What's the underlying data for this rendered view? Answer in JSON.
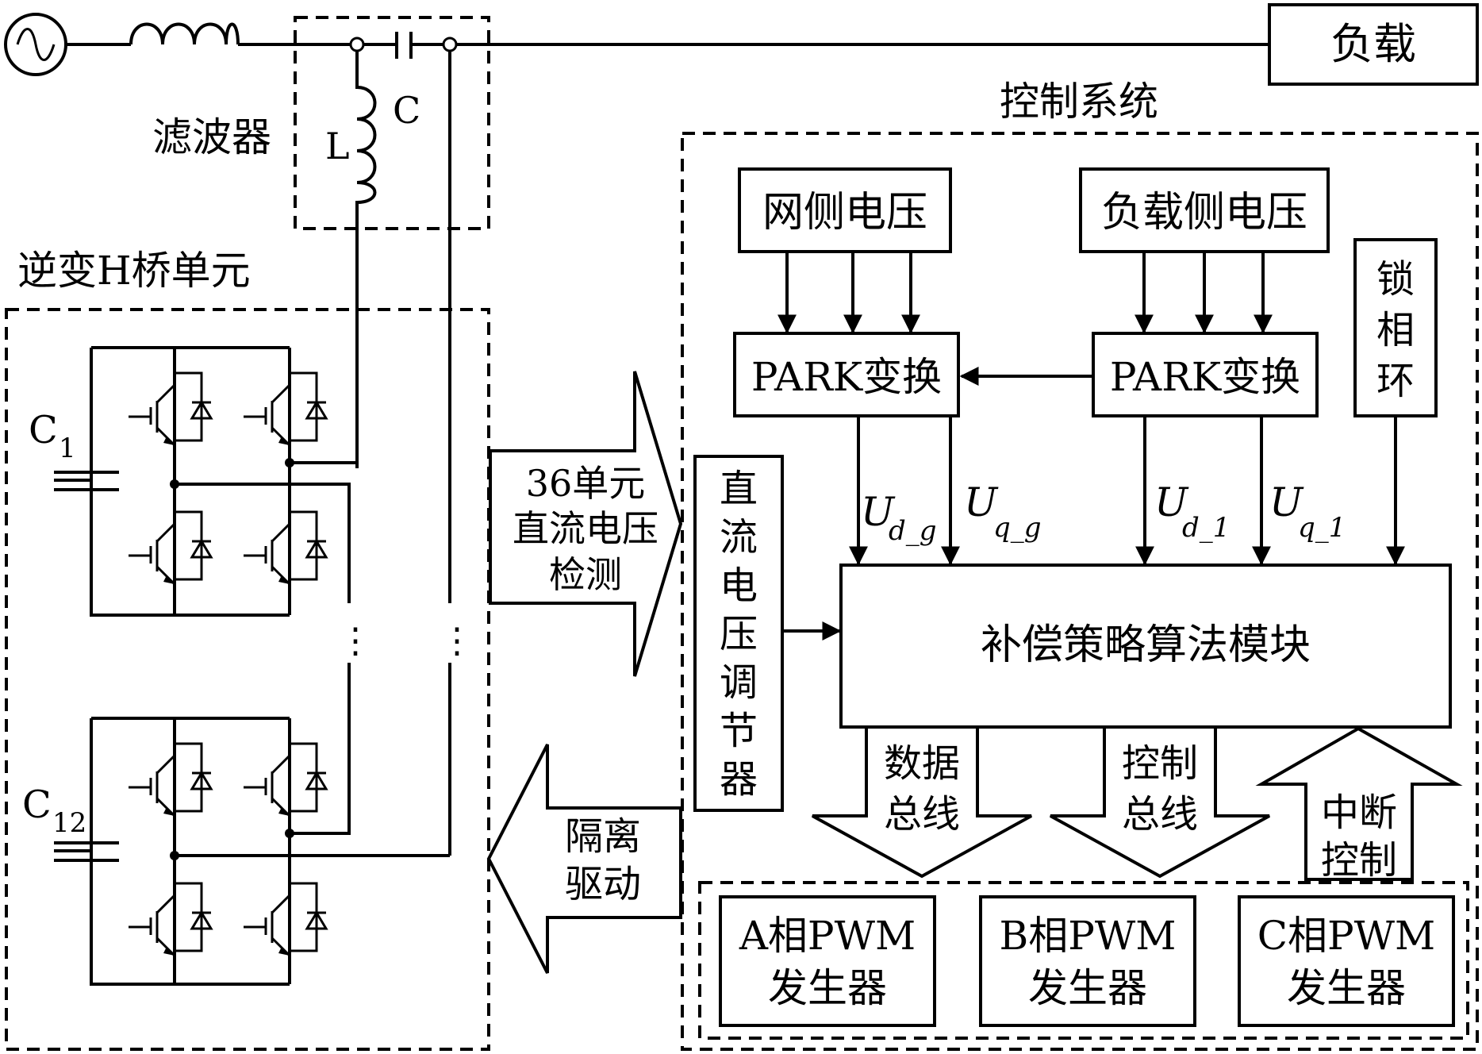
{
  "labels": {
    "load": "负载",
    "control_system": "控制系统",
    "filter": "滤波器",
    "filter_c": "C",
    "filter_l": "L",
    "inverter_unit": "逆变H桥单元",
    "c1_main": "C",
    "c1_sub": "1",
    "c12_main": "C",
    "c12_sub": "12",
    "grid_voltage": "网侧电压",
    "load_voltage": "负载侧电压",
    "park_left": "PARK变换",
    "park_right": "PARK变换",
    "pll_1": "锁",
    "pll_2": "相",
    "pll_3": "环",
    "dc_detect_1": "36单元",
    "dc_detect_2": "直流电压",
    "dc_detect_3": "检测",
    "dc_reg": [
      "直",
      "流",
      "电",
      "压",
      "调",
      "节",
      "器"
    ],
    "compensation": "补偿策略算法模块",
    "isolation_1": "隔离",
    "isolation_2": "驱动",
    "data_bus_1": "数据",
    "data_bus_2": "总线",
    "ctrl_bus_1": "控制",
    "ctrl_bus_2": "总线",
    "interrupt_1": "中断",
    "interrupt_2": "控制",
    "pwm_a_1": "A相PWM",
    "pwm_a_2": "发生器",
    "pwm_b_1": "B相PWM",
    "pwm_b_2": "发生器",
    "pwm_c_1": "C相PWM",
    "pwm_c_2": "发生器",
    "ud_g_main": "U",
    "ud_g_sub": "d_g",
    "uq_g_main": "U",
    "uq_g_sub": "q_g",
    "ud_l_main": "U",
    "ud_l_sub": "d_1",
    "uq_l_main": "U",
    "uq_l_sub": "q_1",
    "ellipsis": "⋮"
  }
}
